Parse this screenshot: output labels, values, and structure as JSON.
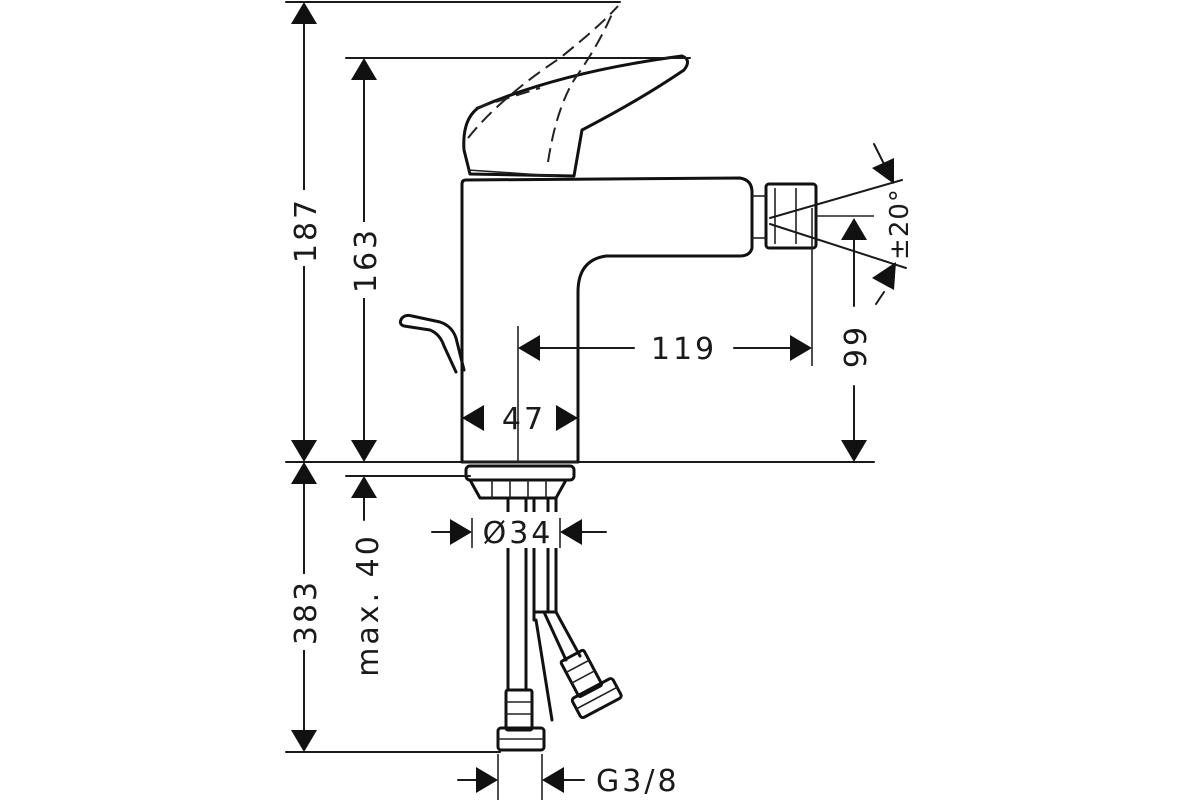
{
  "dimensions": {
    "total_height": "187",
    "spout_height": "163",
    "under_counter": "383",
    "max_thickness": "max. 40",
    "spout_reach": "119",
    "spout_outlet_height": "99",
    "body_width": "47",
    "hole_diameter": "Ø34",
    "thread": "G3/8",
    "swivel_angle": "±20°"
  }
}
